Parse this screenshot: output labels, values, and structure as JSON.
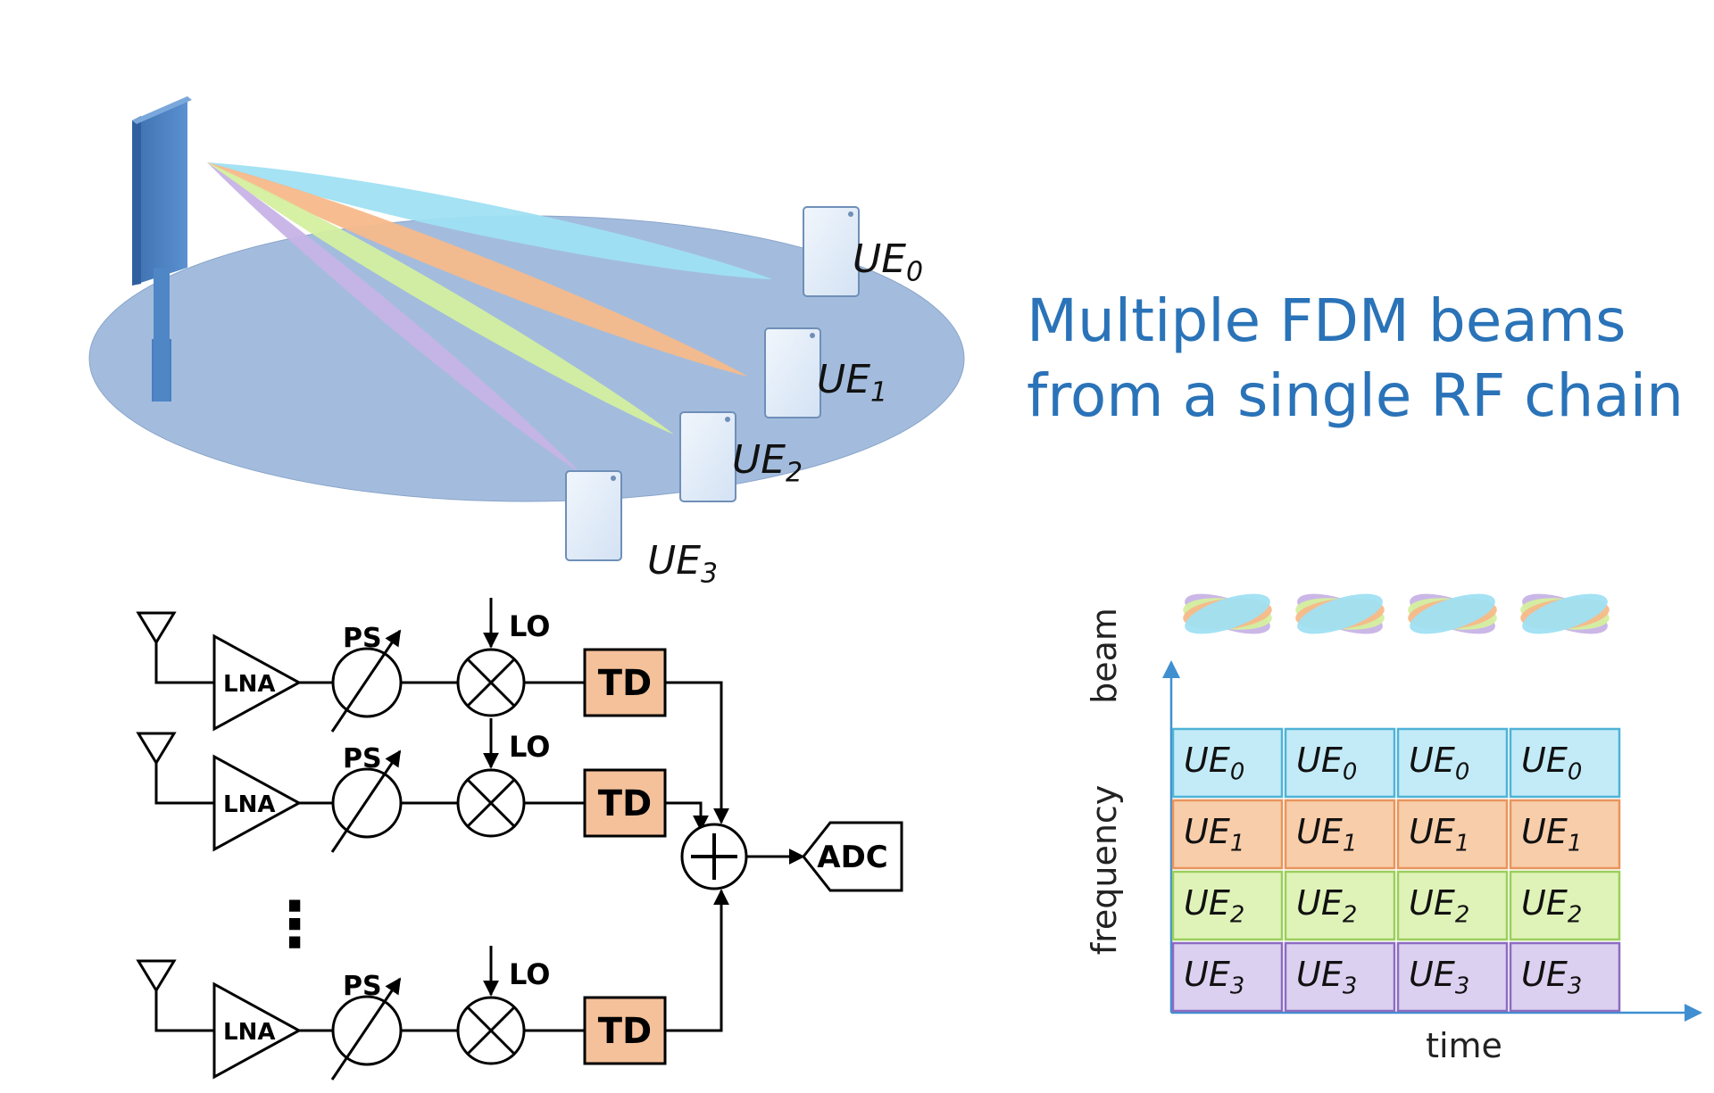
{
  "headline": {
    "line1": "Multiple FDM beams",
    "line2": "from a single RF chain"
  },
  "colors": {
    "beam_ue0": "#9fe0f3",
    "beam_ue1": "#f7b98a",
    "beam_ue2": "#d4ef9f",
    "beam_ue3": "#c7b3e6",
    "headline": "#2a73b8",
    "ground": "#a3bcdd",
    "antenna_panel": "#4a7fc0",
    "td_fill": "#f4c19b",
    "axis_arrow": "#3f8fd1"
  },
  "scene": {
    "base_station_icon": "base-station-antenna-icon",
    "user_equipment": [
      {
        "label": "UE",
        "sub": "0"
      },
      {
        "label": "UE",
        "sub": "1"
      },
      {
        "label": "UE",
        "sub": "2"
      },
      {
        "label": "UE",
        "sub": "3"
      }
    ]
  },
  "receiver": {
    "lna_label": "LNA",
    "ps_label": "PS",
    "lo_label": "LO",
    "td_label": "TD",
    "adc_label": "ADC",
    "branches": 3,
    "ellipsis": "⋮"
  },
  "grid": {
    "y_axis_beam": "beam",
    "y_axis_frequency": "frequency",
    "x_axis": "time",
    "time_slots": 4,
    "rows": [
      {
        "label": "UE",
        "sub": "0"
      },
      {
        "label": "UE",
        "sub": "1"
      },
      {
        "label": "UE",
        "sub": "2"
      },
      {
        "label": "UE",
        "sub": "3"
      }
    ]
  }
}
